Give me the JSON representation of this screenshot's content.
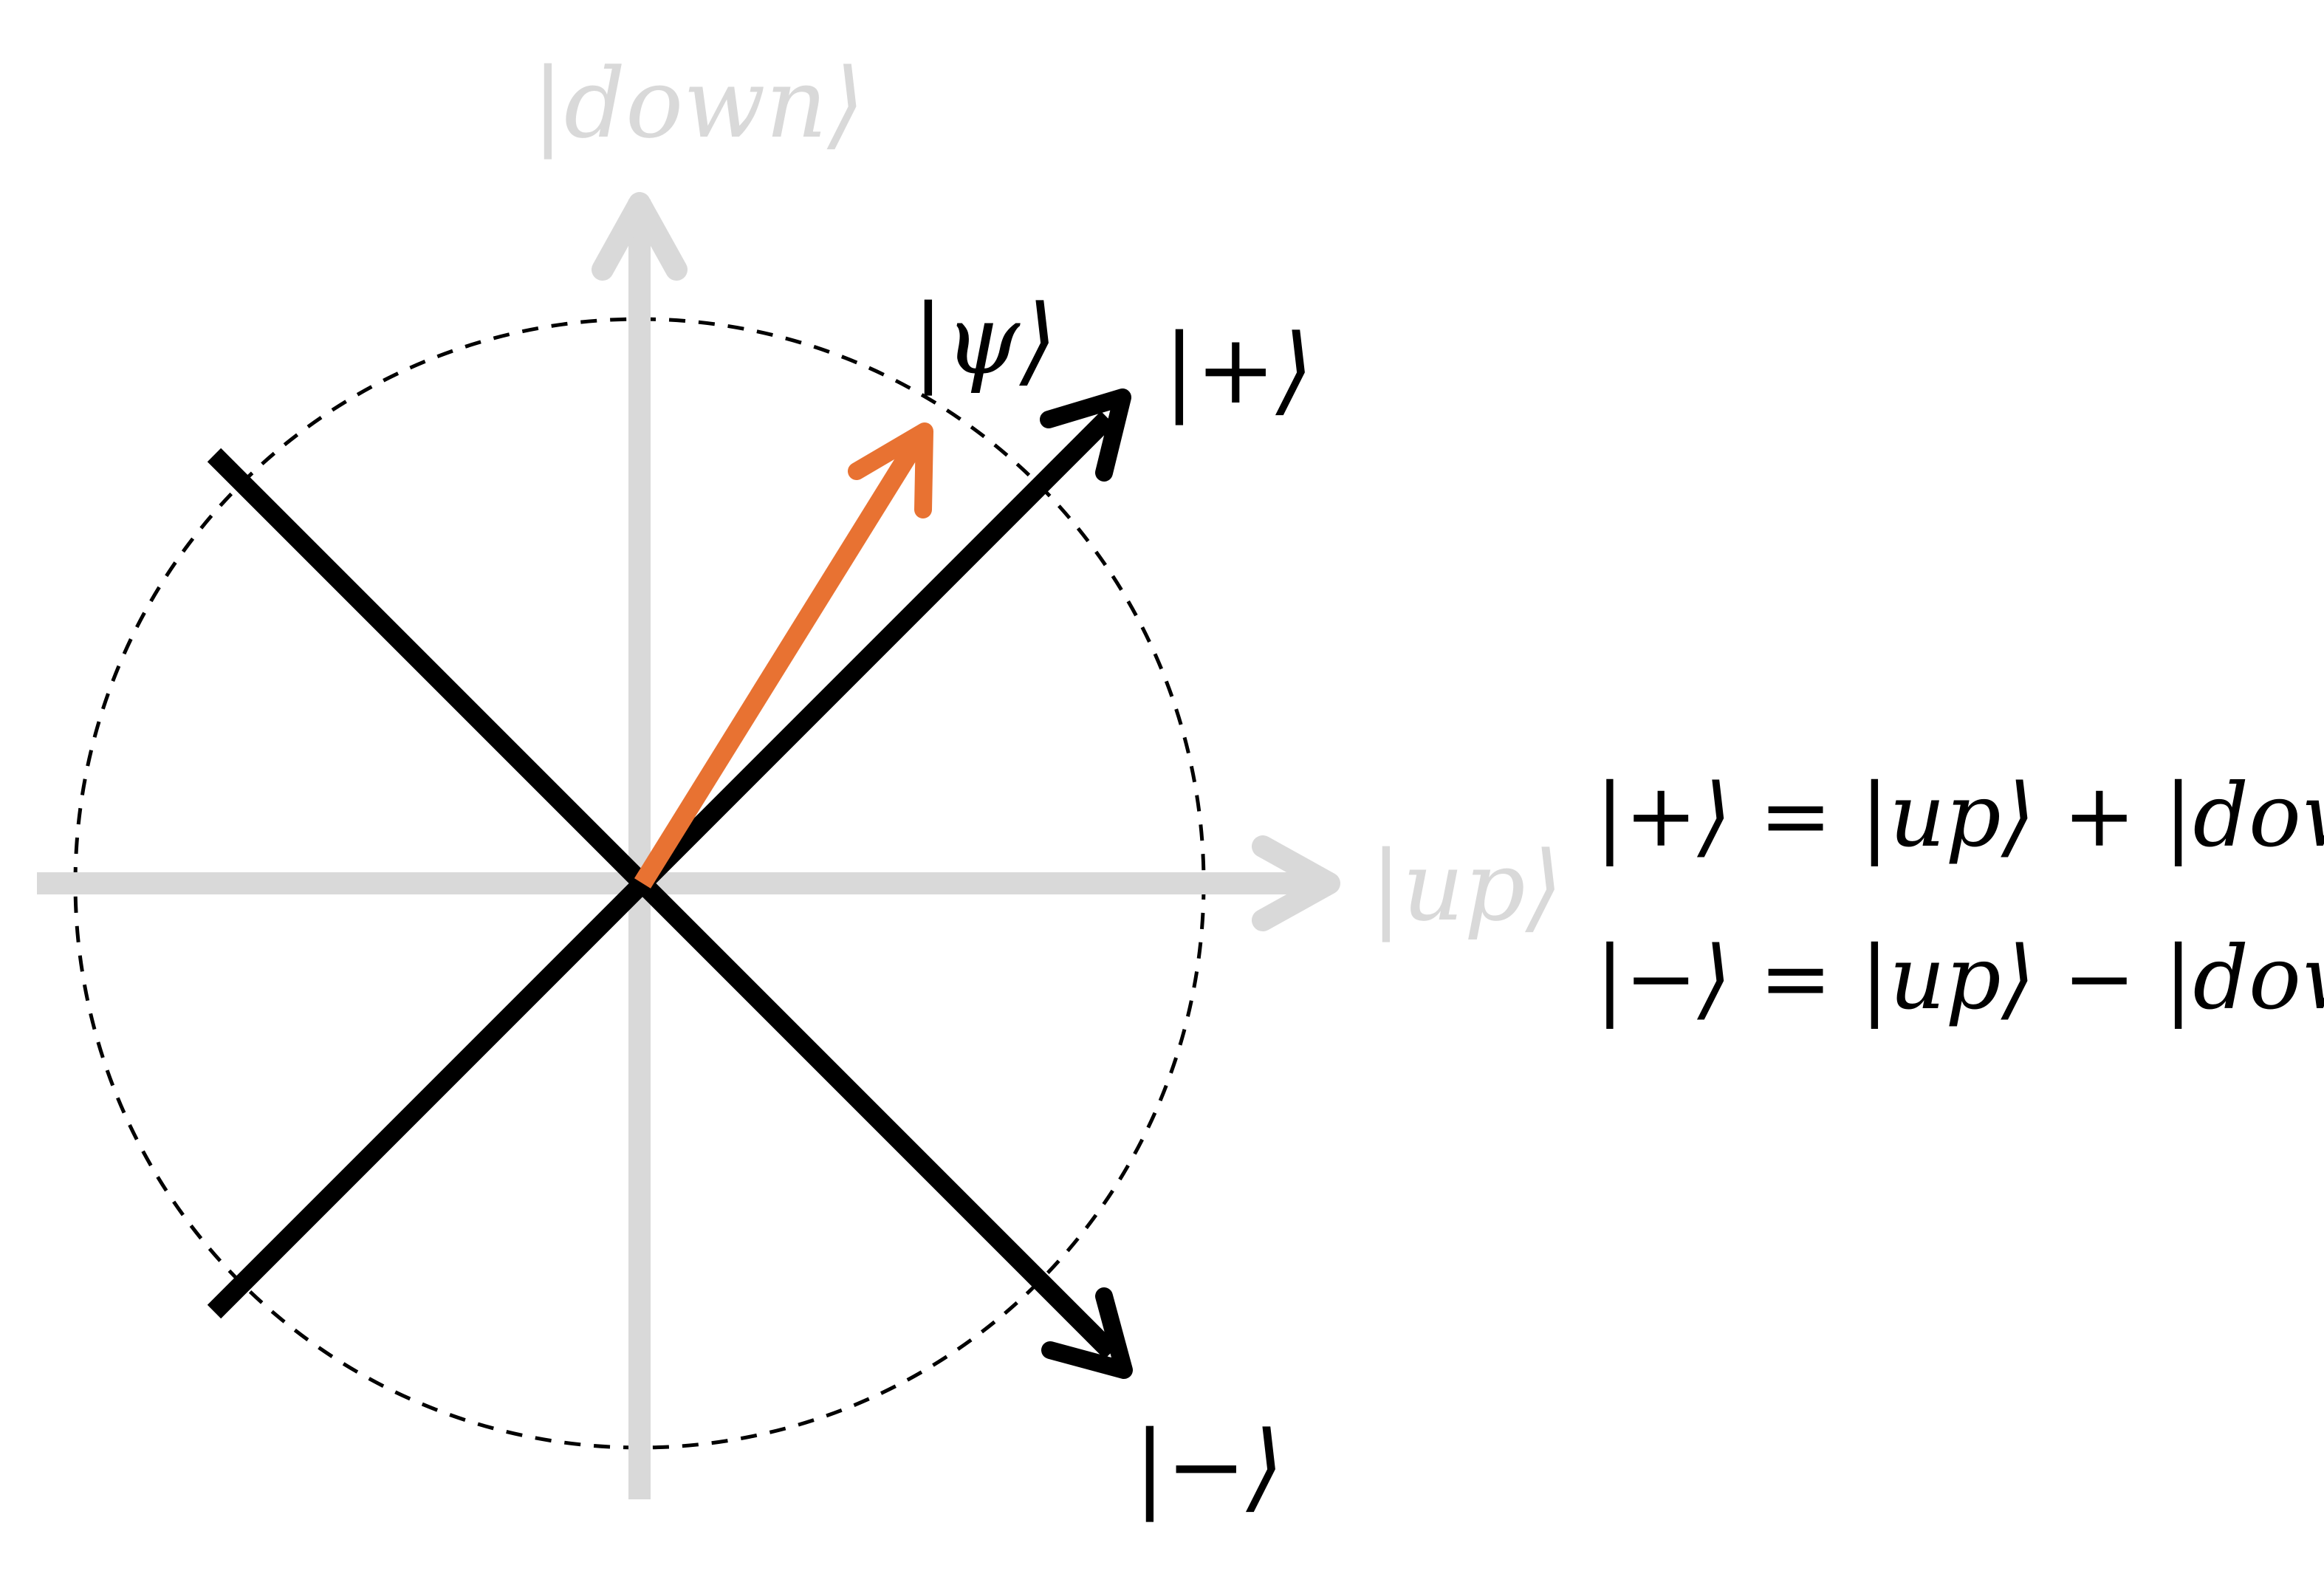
{
  "colors": {
    "axis": "#d9d9d9",
    "basis": "#000000",
    "state": "#e87232",
    "circle": "#000000",
    "background": "#ffffff"
  },
  "labels": {
    "axis_vertical": "|down⟩",
    "axis_horizontal": "|up⟩",
    "state_vector": "|ψ⟩",
    "plus_basis": "|+⟩",
    "minus_basis": "|−⟩"
  },
  "equations": [
    "|+⟩ = |up⟩ + |down⟩",
    "|−⟩ = |up⟩ − |down⟩"
  ]
}
